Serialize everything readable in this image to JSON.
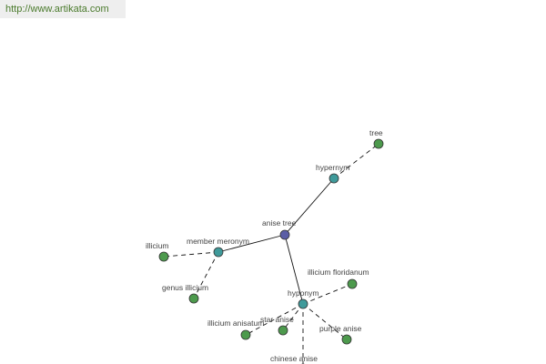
{
  "watermark": {
    "text": "http://www.artikata.com"
  },
  "colors": {
    "center_node": "#5b5ea6",
    "relation_node": "#3f9a9a",
    "leaf_node": "#4d9a4d",
    "node_stroke": "#333333",
    "edge": "#111111",
    "label": "#444444",
    "watermark_bg": "#eeeeee",
    "watermark_text": "#4a7a2c"
  },
  "graph": {
    "nodes": [
      {
        "id": "anise-tree",
        "label": "anise tree",
        "kind": "center"
      },
      {
        "id": "hypernym",
        "label": "hypernym",
        "kind": "relation"
      },
      {
        "id": "tree",
        "label": "tree",
        "kind": "leaf"
      },
      {
        "id": "member-meronym",
        "label": "member meronym",
        "kind": "relation"
      },
      {
        "id": "illicium",
        "label": "illicium",
        "kind": "leaf"
      },
      {
        "id": "genus-illicium",
        "label": "genus illicium",
        "kind": "leaf"
      },
      {
        "id": "hyponym",
        "label": "hyponym",
        "kind": "relation"
      },
      {
        "id": "illicium-floridanum",
        "label": "illicium floridanum",
        "kind": "leaf"
      },
      {
        "id": "illicium-anisatum",
        "label": "illicium anisatum",
        "kind": "leaf"
      },
      {
        "id": "star-anise",
        "label": "star anise",
        "kind": "leaf"
      },
      {
        "id": "purple-anise",
        "label": "purple anise",
        "kind": "leaf"
      },
      {
        "id": "chinese-anise",
        "label": "chinese anise",
        "kind": "leaf"
      }
    ],
    "edges": [
      {
        "from": "anise-tree",
        "to": "hypernym",
        "style": "solid"
      },
      {
        "from": "hypernym",
        "to": "tree",
        "style": "dashed"
      },
      {
        "from": "anise-tree",
        "to": "member-meronym",
        "style": "solid"
      },
      {
        "from": "member-meronym",
        "to": "illicium",
        "style": "dashed"
      },
      {
        "from": "member-meronym",
        "to": "genus-illicium",
        "style": "dashed"
      },
      {
        "from": "anise-tree",
        "to": "hyponym",
        "style": "solid"
      },
      {
        "from": "hyponym",
        "to": "illicium-floridanum",
        "style": "dashed"
      },
      {
        "from": "hyponym",
        "to": "illicium-anisatum",
        "style": "dashed"
      },
      {
        "from": "hyponym",
        "to": "star-anise",
        "style": "dashed"
      },
      {
        "from": "hyponym",
        "to": "purple-anise",
        "style": "dashed"
      },
      {
        "from": "hyponym",
        "to": "chinese-anise",
        "style": "dashed"
      }
    ]
  }
}
